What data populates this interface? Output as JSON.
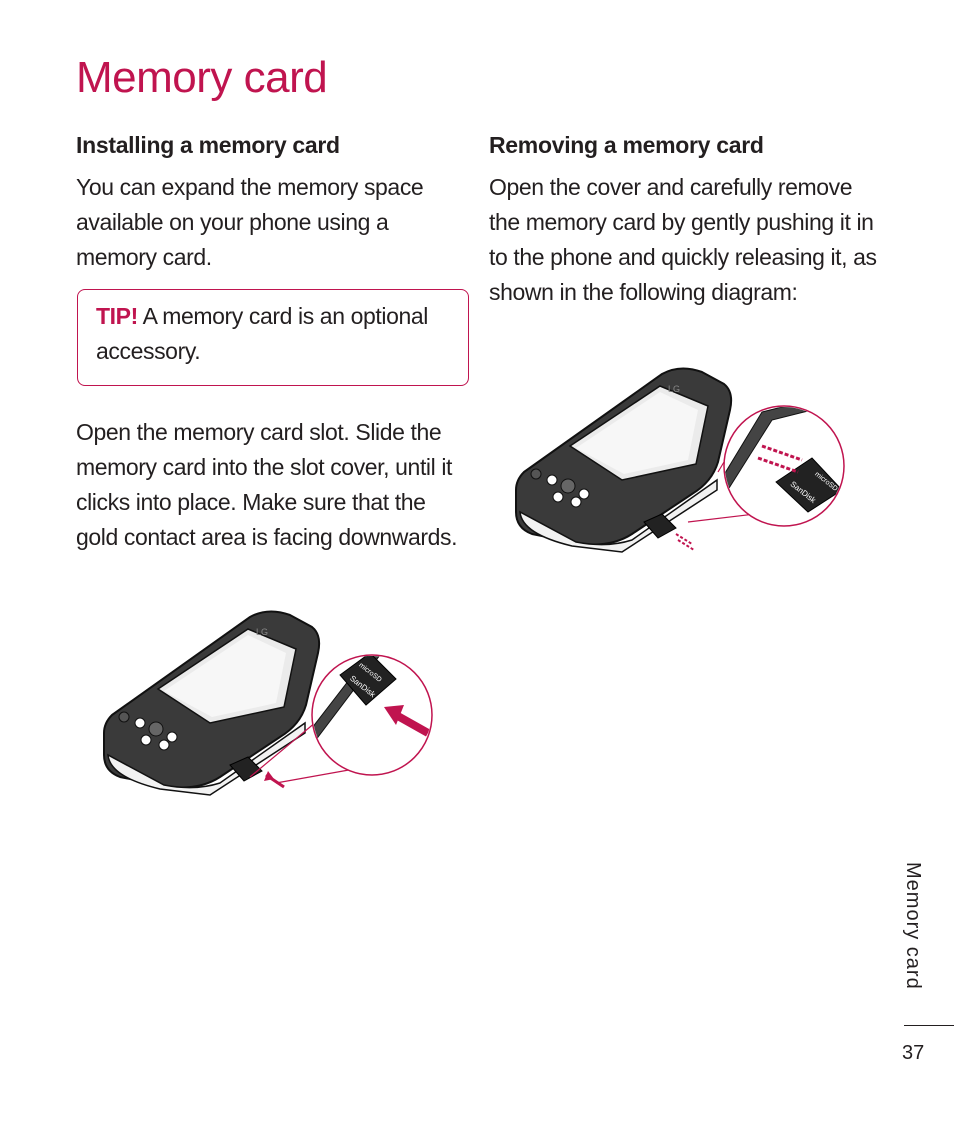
{
  "page": {
    "title": "Memory card",
    "side_label": "Memory card",
    "page_number": "37"
  },
  "install": {
    "heading": "Installing a memory card",
    "intro": "You can expand the memory space available on your phone using a memory card.",
    "tip_label": "TIP!",
    "tip_text": " A memory card is an optional accessory.",
    "instructions": "Open the memory card slot. Slide the memory card into the slot cover, until it clicks into place. Make sure that the gold contact area is facing downwards."
  },
  "remove": {
    "heading": "Removing a memory card",
    "instructions": "Open the cover and carefully remove the memory card by gently pushing it in to the phone and quickly releasing it, as shown in the following diagram:"
  },
  "figures": {
    "phone_logo": "LG",
    "card_brand": "SanDisk",
    "card_type": "microSD"
  },
  "colors": {
    "accent": "#c0144f",
    "text": "#231f20"
  }
}
